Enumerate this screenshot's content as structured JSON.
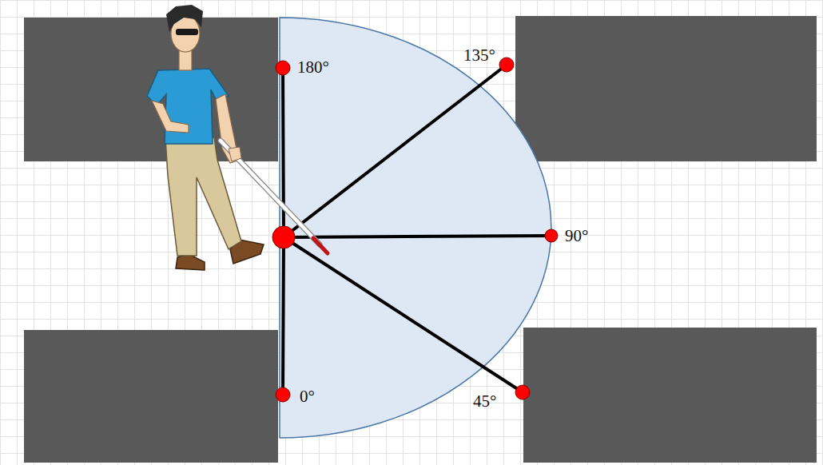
{
  "diagram": {
    "labels": [
      "180°",
      "135°",
      "90°",
      "45°",
      "0°"
    ]
  }
}
